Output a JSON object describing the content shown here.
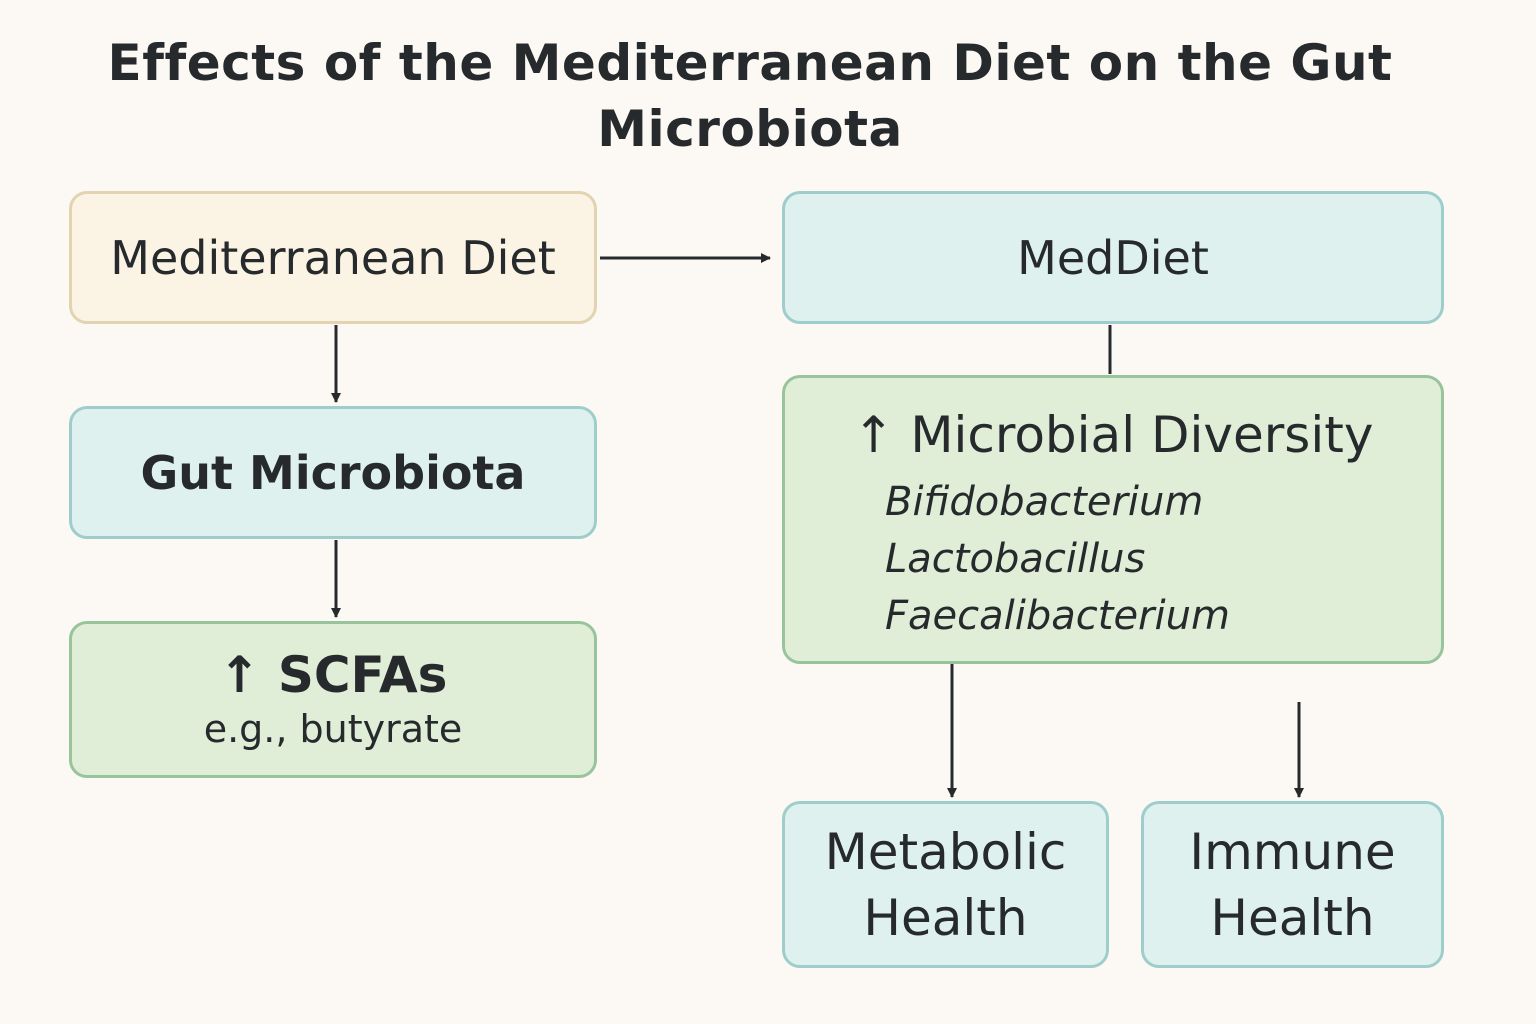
{
  "title": "Effects of the Mediterranean Diet on the Gut Microbiota",
  "nodes": {
    "mediterranean_diet": "Mediterranean Diet",
    "gut_microbiota": "Gut Microbiota",
    "scfas": {
      "label": "↑ SCFAs",
      "example": "e.g., butyrate"
    },
    "meddiet": "MedDiet",
    "microbial_diversity": {
      "label": "↑ Microbial Diversity",
      "genera": [
        "Bifidobacterium",
        "Lactobacillus",
        "Faecalibacterium"
      ]
    },
    "metabolic_health": "Metabolic Health",
    "immune_health": "Immune Health"
  },
  "edges": [
    {
      "from": "Mediterranean Diet",
      "to": "MedDiet"
    },
    {
      "from": "Mediterranean Diet",
      "to": "Gut Microbiota"
    },
    {
      "from": "Gut Microbiota",
      "to": "↑ SCFAs"
    },
    {
      "from": "MedDiet",
      "to": "↑ Microbial Diversity"
    },
    {
      "from": "↑ Microbial Diversity",
      "to": "Metabolic Health"
    },
    {
      "from": "↑ Microbial Diversity",
      "to": "Immune Health"
    }
  ],
  "colors": {
    "beige_fill": "#fbf3e4",
    "teal_fill": "#def1ee",
    "green_fill": "#e0eed8",
    "arrow": "#262a2d"
  }
}
